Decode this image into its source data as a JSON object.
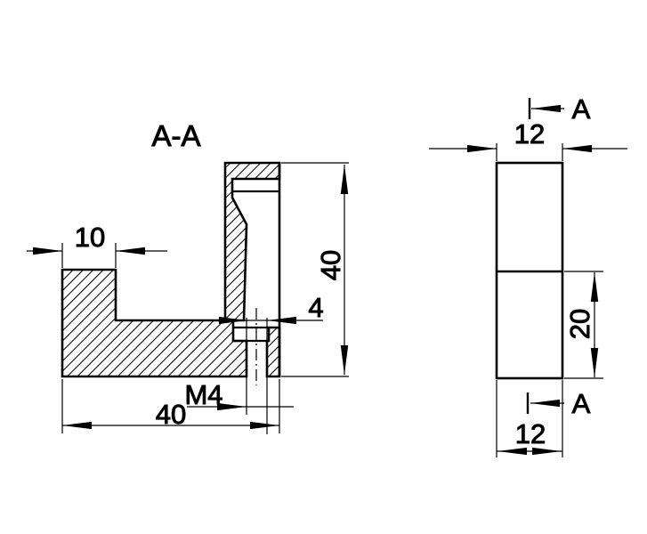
{
  "drawing": {
    "background": "#ffffff",
    "line_color": "#000000",
    "section_label": "A-A",
    "section_view": {
      "top_width": "10",
      "height": "40",
      "hole_width": "4",
      "thread": "M4",
      "base_width": "40"
    },
    "side_view": {
      "cut_label_top": "A",
      "cut_label_bottom": "A",
      "width_top": "12",
      "lower_height": "20",
      "width_bottom": "12"
    }
  }
}
